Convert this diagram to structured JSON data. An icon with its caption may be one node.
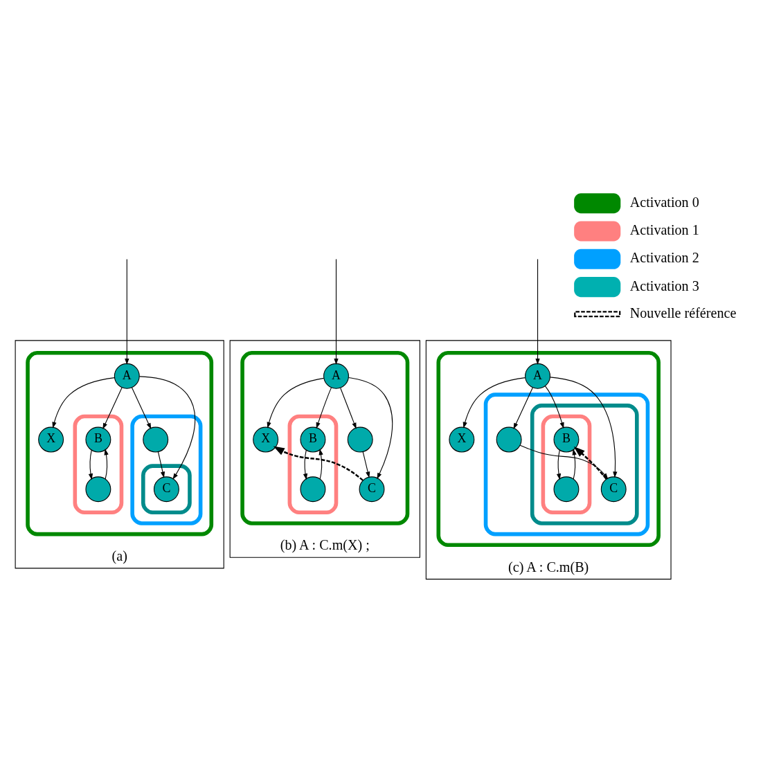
{
  "diagram": {
    "nodes": [
      {
        "text": [
          "(a)"
        ]
      },
      {
        "text": [],
        "shape": "ellipse",
        "in": 0
      },
      {
        "text": [
          "A"
        ],
        "in": 1
      },
      {
        "text": [
          "X"
        ],
        "in": 1
      },
      {
        "text": [],
        "shape": "ellipse",
        "in": 1
      },
      {
        "text": [
          "B"
        ],
        "in": 4
      },
      {
        "text": [],
        "shape": "circle",
        "in": 4
      },
      {
        "text": [],
        "shape": "ellipse",
        "in": 1
      },
      {
        "text": [],
        "shape": "circle",
        "in": 7
      },
      {
        "text": [],
        "shape": "ellipse",
        "in": 7
      },
      {
        "text": [
          "C"
        ],
        "in": 9
      },
      {
        "text": [
          "(b) A : C.m(X) ;"
        ]
      },
      {
        "text": [],
        "shape": "ellipse",
        "in": 11
      },
      {
        "text": [
          "A"
        ],
        "in": 12
      },
      {
        "text": [
          "X"
        ],
        "in": 12
      },
      {
        "text": [],
        "shape": "ellipse",
        "in": 12
      },
      {
        "text": [
          "B"
        ],
        "in": 15
      },
      {
        "text": [],
        "shape": "circle",
        "in": 15
      },
      {
        "text": [],
        "shape": "circle",
        "in": 12
      },
      {
        "text": [
          "C"
        ],
        "in": 12
      },
      {
        "text": [
          "(c) A : C.m(B)"
        ]
      },
      {
        "text": [],
        "shape": "ellipse",
        "in": 20
      },
      {
        "text": [
          "A"
        ],
        "in": 21
      },
      {
        "text": [
          "X"
        ],
        "in": 21
      },
      {
        "text": [],
        "shape": "ellipse",
        "in": 21
      },
      {
        "text": [],
        "shape": "circle",
        "in": 24
      },
      {
        "text": [],
        "shape": "ellipse",
        "in": 24
      },
      {
        "text": [],
        "shape": "ellipse",
        "in": 26
      },
      {
        "text": [
          "B"
        ],
        "in": 27
      },
      {
        "text": [],
        "shape": "circle",
        "in": 27
      },
      {
        "text": [
          "C"
        ],
        "in": 26
      }
    ],
    "edges": [
      {
        "from": null,
        "to": 2,
        "arrow": "to"
      },
      {
        "from": 2,
        "to": 3,
        "arrow": "to"
      },
      {
        "from": 2,
        "to": 5,
        "arrow": "to"
      },
      {
        "from": 2,
        "to": 10,
        "arrow": "to"
      },
      {
        "from": 2,
        "to": 8,
        "arrow": "to"
      },
      {
        "from": 8,
        "to": 10,
        "arrow": "to"
      },
      {
        "from": 5,
        "to": 6,
        "arrow": "to"
      },
      {
        "from": 6,
        "to": 5,
        "arrow": "to"
      },
      {
        "from": null,
        "to": 13,
        "arrow": "to"
      },
      {
        "from": 13,
        "to": 14,
        "arrow": "to"
      },
      {
        "from": 13,
        "to": 16,
        "arrow": "to"
      },
      {
        "from": 13,
        "to": 19,
        "arrow": "to"
      },
      {
        "from": 13,
        "to": 18,
        "arrow": "to"
      },
      {
        "from": 18,
        "to": 19,
        "arrow": "to"
      },
      {
        "from": 16,
        "to": 17,
        "arrow": "to"
      },
      {
        "from": 17,
        "to": 16,
        "arrow": "to"
      },
      {
        "from": 19,
        "to": 14,
        "arrow": "to",
        "style": "dashed"
      },
      {
        "from": null,
        "to": 22,
        "arrow": "to"
      },
      {
        "from": 22,
        "to": 23,
        "arrow": "to"
      },
      {
        "from": 22,
        "to": 28,
        "arrow": "to"
      },
      {
        "from": 22,
        "to": 30,
        "arrow": "to"
      },
      {
        "from": 22,
        "to": 25,
        "arrow": "to"
      },
      {
        "from": 25,
        "to": 30,
        "arrow": "to"
      },
      {
        "from": 28,
        "to": 29,
        "arrow": "to"
      },
      {
        "from": 29,
        "to": 28,
        "arrow": "to"
      },
      {
        "from": 30,
        "to": 28,
        "arrow": "to",
        "style": "dashed"
      }
    ],
    "legend": [
      {
        "text": "Activation 0",
        "color": "#008800"
      },
      {
        "text": "Activation 1",
        "color": "#ff8080"
      },
      {
        "text": "Activation 2",
        "color": "#00a0ff"
      },
      {
        "text": "Activation 3",
        "color": "#00b0b0"
      },
      {
        "text": "Nouvelle référence"
      }
    ]
  }
}
